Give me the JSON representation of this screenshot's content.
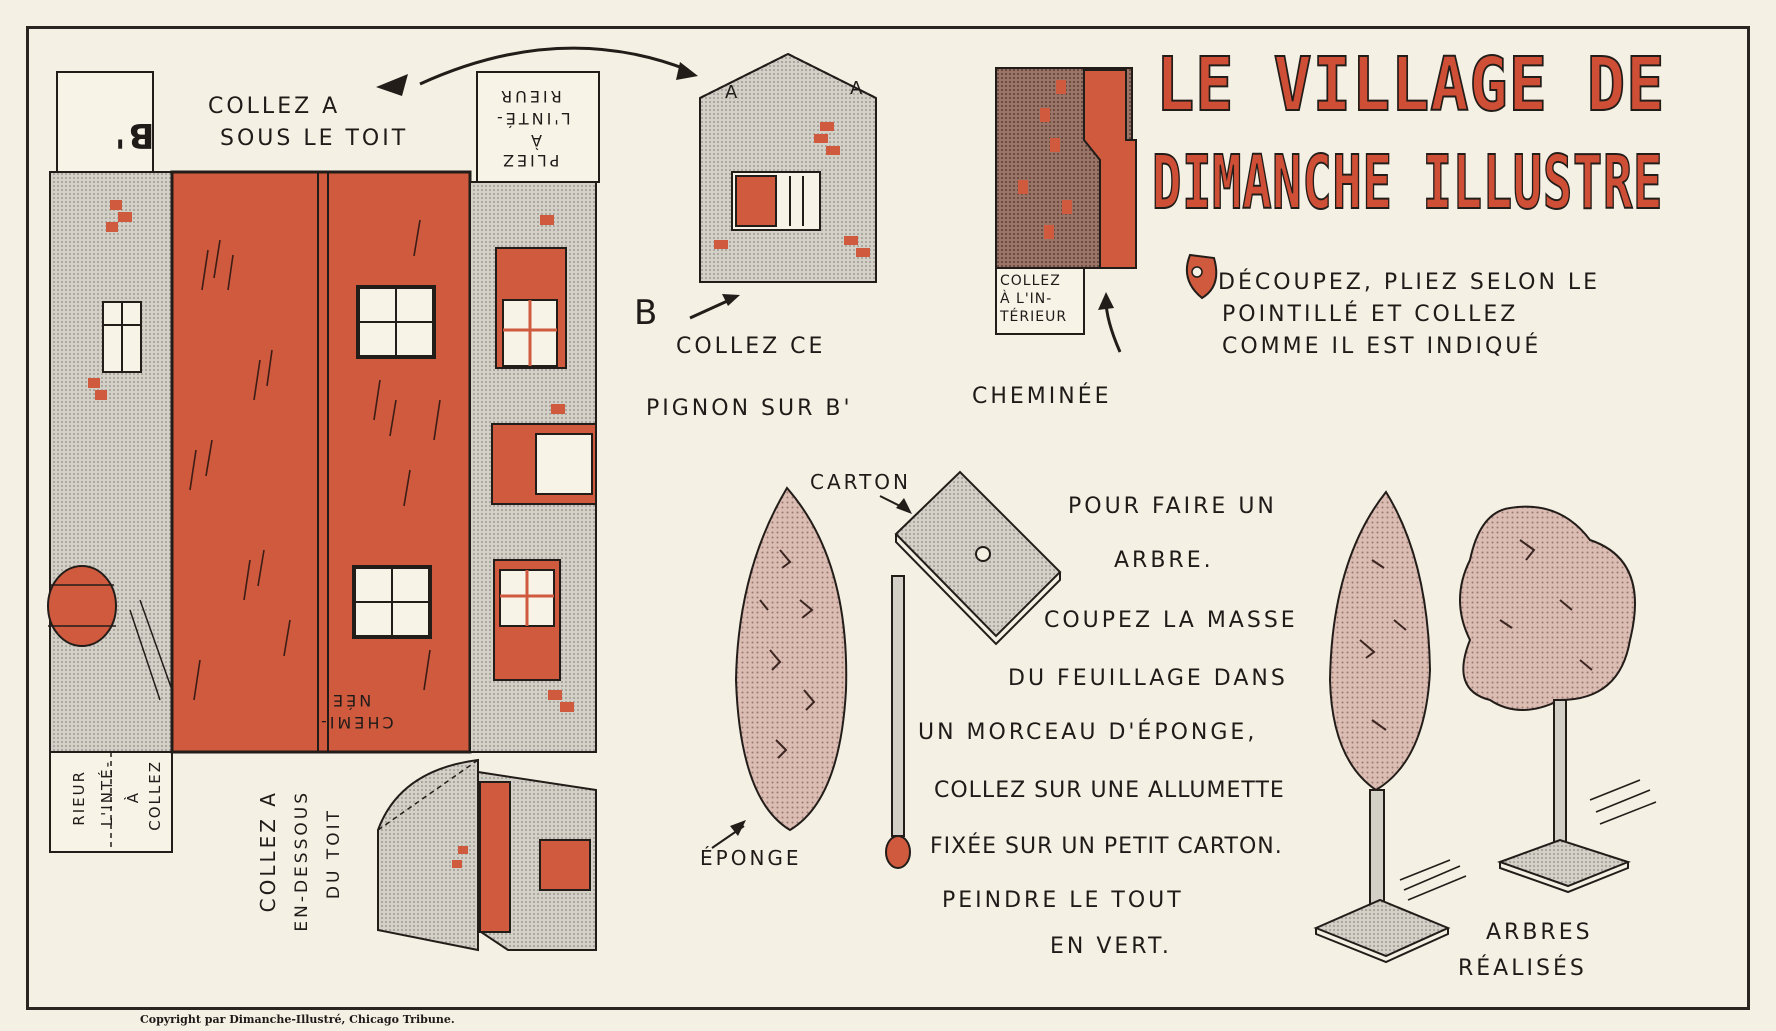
{
  "title": {
    "line1": "LE VILLAGE DE",
    "line2": "DIMANCHE ILLUSTRE"
  },
  "instructions": {
    "l1": "DÉCOUPEZ, PLIEZ SELON LE",
    "l2": "POINTILLÉ ET COLLEZ",
    "l3": "COMME IL EST INDIQUÉ"
  },
  "labels": {
    "collez_a_toit_1": "COLLEZ A",
    "collez_a_toit_2": "SOUS LE TOIT",
    "pliez_1": "PLIEZ",
    "pliez_2": "À",
    "pliez_3": "L'INTÉ-",
    "pliez_4": "RIEUR",
    "b_prime": "B'",
    "b": "B",
    "collez_pignon_1": "COLLEZ CE",
    "collez_pignon_2": "PIGNON SUR B'",
    "cheminee": "CHEMINÉE",
    "cheminee_tab_1": "COLLEZ",
    "cheminee_tab_2": "À L'IN-",
    "cheminee_tab_3": "TÉRIEUR",
    "cheminee_roof_1": "CHEMI-",
    "cheminee_roof_2": "NÉE",
    "collez_interieur_left_1": "COLLEZ",
    "collez_interieur_left_2": "À",
    "collez_interieur_left_3": "L'INTÉ-",
    "collez_interieur_left_4": "RIEUR",
    "collez_dessous_1": "COLLEZ A",
    "collez_dessous_2": "EN-DESSOUS",
    "collez_dessous_3": "DU TOIT",
    "gable_a": "A",
    "carton": "CARTON",
    "eponge": "ÉPONGE",
    "arbres_1": "ARBRES",
    "arbres_2": "RÉALISÉS"
  },
  "tree_text": {
    "l1": "POUR FAIRE UN",
    "l2": "ARBRE.",
    "l3": "COUPEZ LA MASSE",
    "l4": "DU FEUILLAGE DANS",
    "l5": "UN MORCEAU D'ÉPONGE,",
    "l6": "COLLEZ SUR UNE ALLUMETTE",
    "l7": "FIXÉE SUR UN PETIT CARTON.",
    "l8": "PEINDRE LE TOUT",
    "l9": "EN VERT."
  },
  "copyright": "Copyright par Dimanche-Illustré, Chicago Tribune.",
  "colors": {
    "brick": "#cf5a3e",
    "ink": "#231d1a",
    "grey": "#c9c6bd",
    "paper": "#f4f0e3",
    "foliage": "#d8b8ae"
  }
}
